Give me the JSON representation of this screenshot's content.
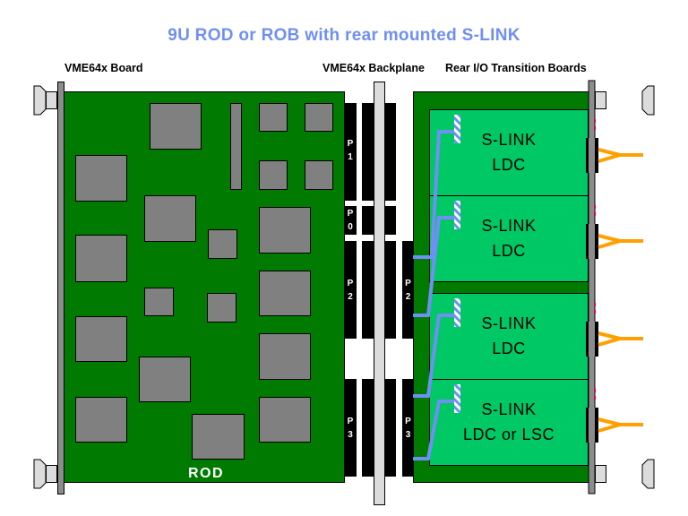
{
  "title": "9U ROD or ROB with rear mounted S-LINK",
  "labels": {
    "vme_board": "VME64x Board",
    "backplane": "VME64x Backplane",
    "rear_io": "Rear I/O Transition Boards",
    "rod": "ROD"
  },
  "connectors_front": [
    {
      "name": "P1",
      "letter": "P",
      "num": "1"
    },
    {
      "name": "P0",
      "letter": "P",
      "num": "0"
    },
    {
      "name": "P2",
      "letter": "P",
      "num": "2"
    },
    {
      "name": "P3",
      "letter": "P",
      "num": "3"
    }
  ],
  "connectors_rear": [
    {
      "name": "P2",
      "letter": "P",
      "num": "2"
    },
    {
      "name": "P3",
      "letter": "P",
      "num": "3"
    }
  ],
  "cards": [
    {
      "line1": "S-LINK",
      "line2": "LDC"
    },
    {
      "line1": "S-LINK",
      "line2": "LDC"
    },
    {
      "line1": "S-LINK",
      "line2": "LDC"
    },
    {
      "line1": "S-LINK",
      "line2": "LDC or LSC"
    }
  ],
  "colors": {
    "title": "#6f8ff5",
    "pcb_dark": "#007a00",
    "card_green": "#00c864",
    "chip_gray": "#808080",
    "cable_blue": "#6f8ff5",
    "fiber_orange": "#ffa000",
    "led_red": "#e0003c"
  }
}
